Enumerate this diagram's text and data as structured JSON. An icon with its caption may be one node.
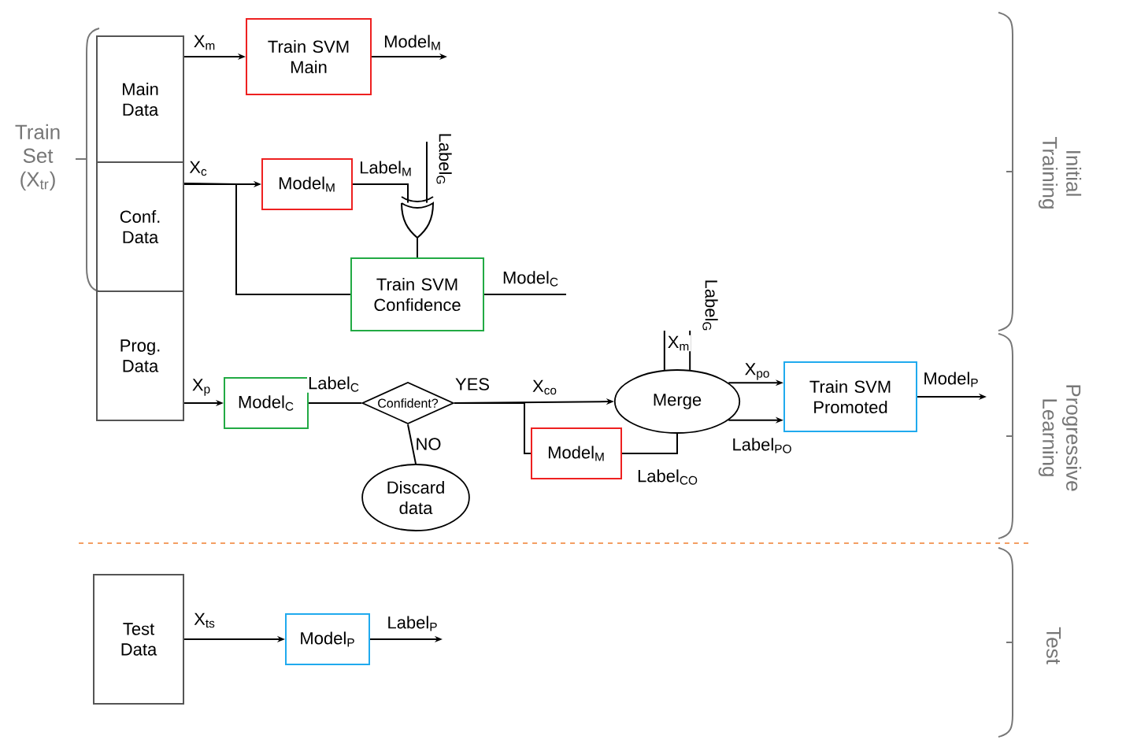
{
  "diagram": {
    "nodes": [
      {
        "text": [
          "Main Data"
        ]
      },
      {
        "text": [
          "Conf. Data"
        ]
      },
      {
        "text": [
          "Prog. Data"
        ]
      },
      {
        "text": [
          "Train SVM Main"
        ]
      },
      {
        "text": [
          "Model$_{M}$"
        ]
      },
      {
        "text": [],
        "shape": "gate"
      },
      {
        "text": [
          "Train SVM Confidence"
        ]
      },
      {
        "text": [
          "Model$_{C}$"
        ]
      },
      {
        "text": [
          "Confident?"
        ]
      },
      {
        "text": [
          "Discard data"
        ]
      },
      {
        "text": [
          "Merge"
        ]
      },
      {
        "text": [
          "Model$_{M}$"
        ]
      },
      {
        "text": [
          "Train SVM Promoted"
        ]
      },
      {
        "text": [
          "Test Data"
        ]
      },
      {
        "text": [
          "Model$_{P}$"
        ]
      }
    ],
    "edges": [
      {
        "from": 0,
        "to": 3,
        "arrow": "to",
        "label": "X$_{m}$"
      },
      {
        "from": 3,
        "to": null,
        "arrow": "to",
        "label": "Model$_{M}$"
      },
      {
        "from": 1,
        "to": 4,
        "arrow": "to",
        "label": "X$_{c}$"
      },
      {
        "from": 1,
        "to": 6,
        "arrow": "none"
      },
      {
        "from": 4,
        "to": 5,
        "arrow": "none",
        "label": "Label$_{M}$"
      },
      {
        "from": null,
        "to": 5,
        "arrow": "none",
        "label": "Label$_{G}$"
      },
      {
        "from": 5,
        "to": 6,
        "arrow": "none"
      },
      {
        "from": 6,
        "to": null,
        "arrow": "none",
        "label": "Model$_{C}$"
      },
      {
        "from": 2,
        "to": 7,
        "arrow": "to",
        "label": "X$_{p}$"
      },
      {
        "from": 7,
        "to": 8,
        "arrow": "none",
        "label": "Label$_{C}$"
      },
      {
        "from": 8,
        "to": 10,
        "arrow": "to",
        "label": "X$_{co}$"
      },
      {
        "from": 8,
        "to": 9,
        "arrow": "none",
        "label": "NO"
      },
      {
        "from": 8,
        "to": 11,
        "arrow": "none"
      },
      {
        "from": 11,
        "to": 10,
        "arrow": "none",
        "label": "Label$_{CO}$"
      },
      {
        "from": null,
        "to": 10,
        "arrow": "none",
        "label": "X$_{m}$"
      },
      {
        "from": null,
        "to": 10,
        "arrow": "none",
        "label": "Label$_{G}$"
      },
      {
        "from": 10,
        "to": 12,
        "arrow": "to",
        "label": "X$_{po}$"
      },
      {
        "from": 10,
        "to": 12,
        "arrow": "to",
        "label": "Label$_{PO}$"
      },
      {
        "from": 12,
        "to": null,
        "arrow": "to",
        "label": "Model$_{P}$"
      },
      {
        "from": 13,
        "to": 14,
        "arrow": "to",
        "label": "X$_{ts}$"
      },
      {
        "from": 14,
        "to": null,
        "arrow": "to",
        "label": "Label$_{P}$"
      }
    ],
    "labels": [
      "Train Set (X$_{tr}$)",
      "Initial Training",
      "YES",
      "Progressive Learning",
      "Test"
    ]
  }
}
